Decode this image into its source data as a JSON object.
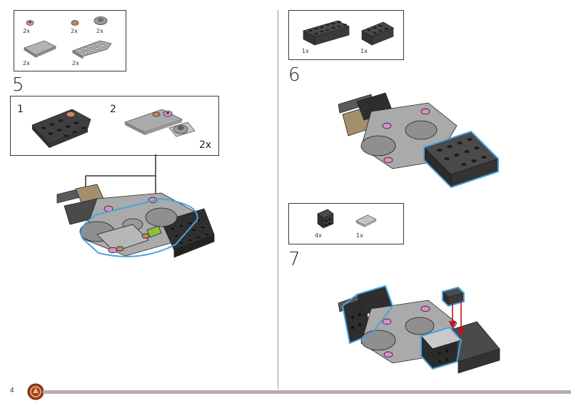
{
  "page": {
    "number": "4"
  },
  "left": {
    "parts": [
      {
        "name": "pink-round-tile",
        "qty": "2x"
      },
      {
        "name": "tan-round-tile",
        "qty": "2x"
      },
      {
        "name": "gray-round-plate",
        "qty": "2x"
      },
      {
        "name": "gray-tile-2x4",
        "qty": "2x"
      },
      {
        "name": "gray-wedge-plate",
        "qty": "2x"
      }
    ],
    "step": "5",
    "substeps": [
      {
        "label": "1"
      },
      {
        "label": "2"
      }
    ],
    "subassembly_qty": "2x"
  },
  "right": {
    "step6": {
      "number": "6",
      "parts": [
        {
          "name": "dark-brick-2x6",
          "qty": "1x"
        },
        {
          "name": "dark-brick-2x4",
          "qty": "1x"
        }
      ]
    },
    "step7": {
      "number": "7",
      "parts": [
        {
          "name": "dark-bracket",
          "qty": "4x"
        },
        {
          "name": "light-tile-2x2",
          "qty": "1x"
        }
      ]
    }
  },
  "colors": {
    "dark_gray": "#3b3b3b",
    "medium_gray": "#8d8d8d",
    "light_gray": "#b8b8b8",
    "highlight_blue": "#4aa3d9",
    "arrow_red": "#c0141b",
    "pink": "#d98fc7",
    "tan": "#c9865e",
    "footer_bar": "#b9aca8"
  }
}
